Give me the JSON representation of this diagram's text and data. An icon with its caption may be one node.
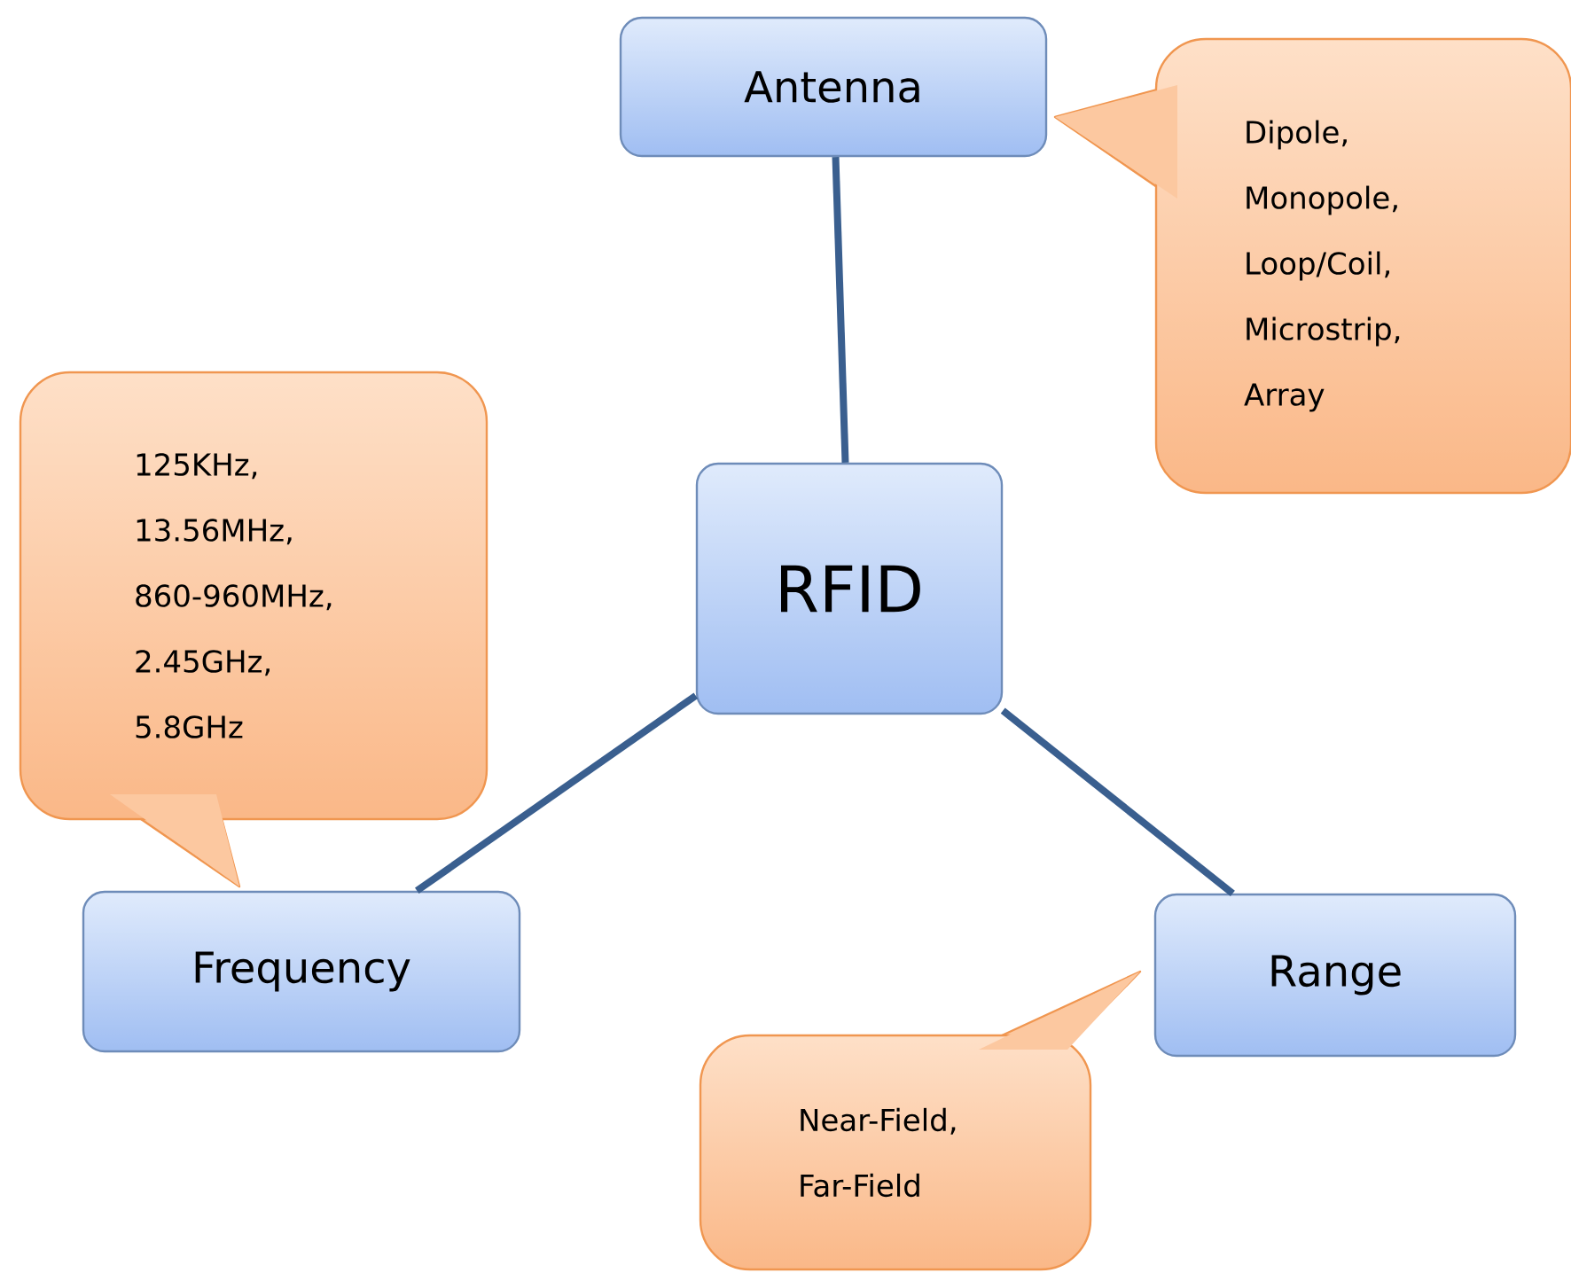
{
  "diagram": {
    "nodes": [
      {
        "text": [
          "RFID"
        ]
      },
      {
        "text": [
          "Antenna"
        ]
      },
      {
        "text": [
          "Frequency"
        ]
      },
      {
        "text": [
          "Range"
        ]
      },
      {
        "text": [
          "Dipole, Monopole, Loop/Coil, Microstrip, Array"
        ]
      },
      {
        "text": [
          "125KHz, 13.56MHz, 860-960MHz, 2.45GHz, 5.8GHz"
        ]
      },
      {
        "text": [
          "Near-Field, Far-Field"
        ]
      }
    ],
    "edges": [
      {
        "from": 0,
        "to": 1,
        "arrow": "none"
      },
      {
        "from": 0,
        "to": 2,
        "arrow": "none"
      },
      {
        "from": 0,
        "to": 3,
        "arrow": "none"
      }
    ]
  }
}
